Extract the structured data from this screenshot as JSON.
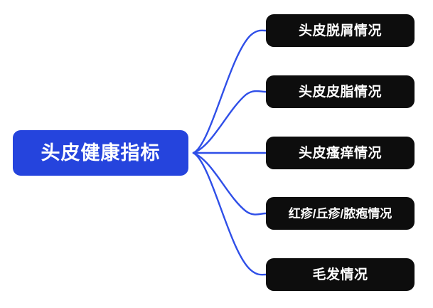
{
  "diagram": {
    "type": "mind-map",
    "orientation": "left-to-right",
    "root": {
      "label": "头皮健康指标",
      "fill_color": "#2544dd",
      "text_color": "#ffffff"
    },
    "branch_color": "#2f4fe8",
    "leaf_style": {
      "fill_color": "#0d0d0d",
      "text_color": "#ffffff"
    },
    "branches": [
      {
        "label": "头皮脱屑情况"
      },
      {
        "label": "头皮皮脂情况"
      },
      {
        "label": "头皮瘙痒情况"
      },
      {
        "label": "红疹/丘疹/脓疱情况"
      },
      {
        "label": "毛发情况"
      }
    ]
  }
}
